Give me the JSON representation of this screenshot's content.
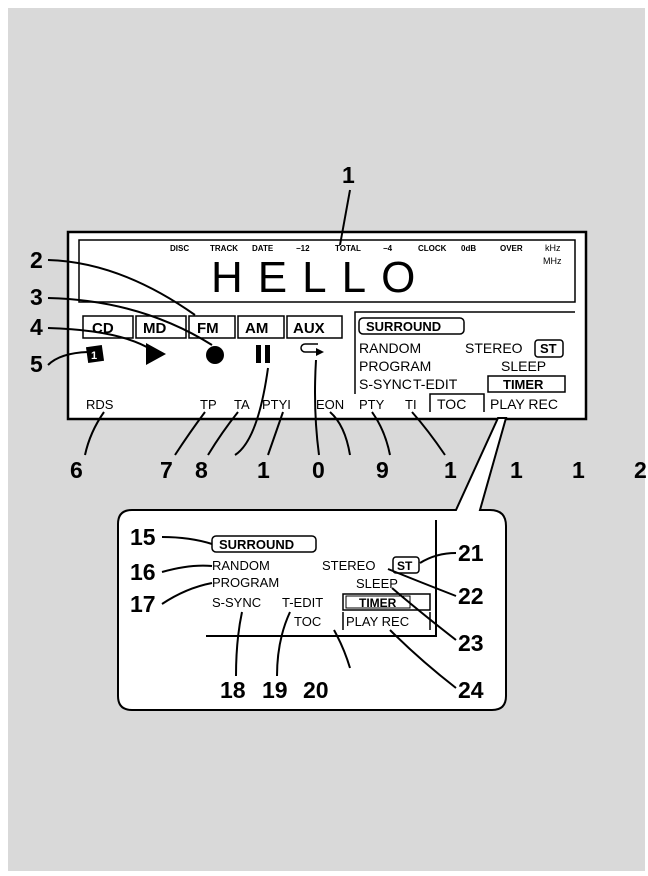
{
  "display": {
    "message": "HELLO",
    "top_indicators": [
      "DISC",
      "TRACK",
      "DATE",
      "−12",
      "TOTAL",
      "−4",
      "CLOCK",
      "0dB",
      "OVER"
    ],
    "units": [
      "kHz",
      "MHz"
    ],
    "sources": [
      "CD",
      "MD",
      "FM",
      "AM",
      "AUX"
    ],
    "disc_number": "1",
    "right_panel": {
      "surround": "SURROUND",
      "random": "RANDOM",
      "stereo": "STEREO",
      "st": "ST",
      "program": "PROGRAM",
      "sleep": "SLEEP",
      "ssync": "S-SYNC",
      "tedit": "T-EDIT",
      "timer": "TIMER",
      "toc": "TOC",
      "play_rec": "PLAY REC"
    },
    "bottom_labels": [
      "RDS",
      "TP",
      "TA",
      "PTYI",
      "EON",
      "PTY",
      "TI"
    ]
  },
  "callouts": {
    "main": [
      "1",
      "2",
      "3",
      "4",
      "5",
      "6",
      "7",
      "8",
      "1",
      "0",
      "9",
      "1",
      "1",
      "1",
      "2"
    ],
    "inset": [
      "15",
      "16",
      "17",
      "18",
      "19",
      "20",
      "21",
      "22",
      "23",
      "24"
    ]
  },
  "inset": {
    "surround": "SURROUND",
    "random": "RANDOM",
    "program": "PROGRAM",
    "ssync": "S-SYNC",
    "tedit": "T-EDIT",
    "toc": "TOC",
    "stereo": "STEREO",
    "st": "ST",
    "sleep": "SLEEP",
    "timer": "TIMER",
    "play_rec": "PLAY REC"
  }
}
